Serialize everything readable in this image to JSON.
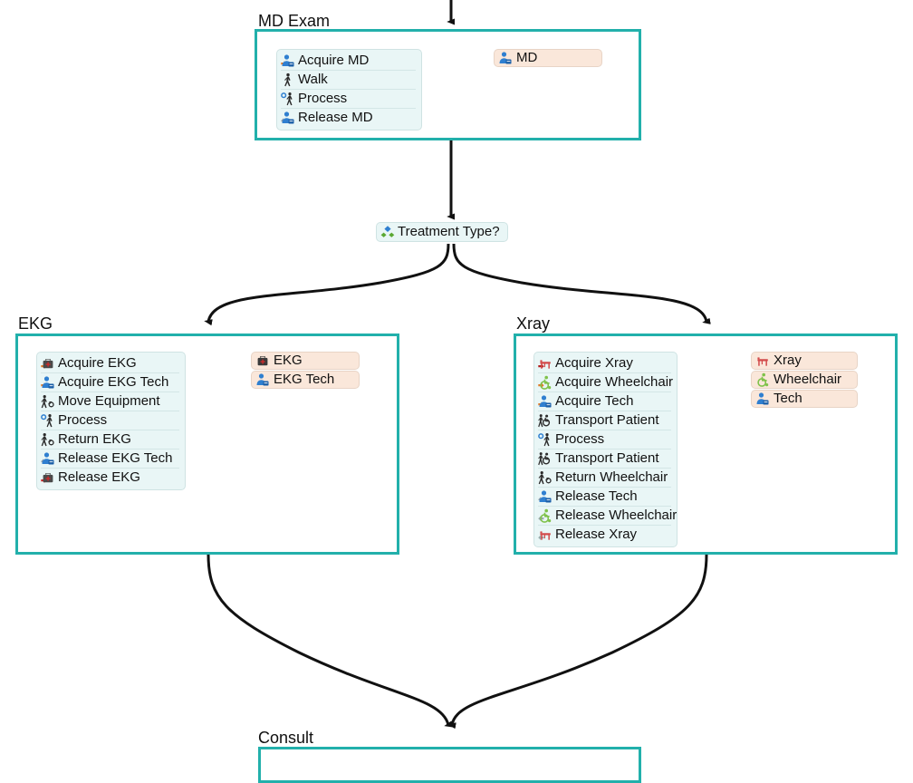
{
  "diagram": {
    "title_nodes": [
      "MD Exam",
      "EKG",
      "Xray",
      "Consult"
    ],
    "border_color": "#22b0ab",
    "activity_bg": "#e9f6f6",
    "resource_bg": "#fae7da"
  },
  "groups": {
    "md_exam": {
      "label": "MD Exam",
      "activities": [
        {
          "label": "Acquire MD",
          "icon": "acquire-resource-icon"
        },
        {
          "label": "Walk",
          "icon": "walk-icon"
        },
        {
          "label": "Process",
          "icon": "process-icon"
        },
        {
          "label": "Release MD",
          "icon": "release-resource-icon"
        }
      ],
      "resources": [
        {
          "label": "MD",
          "icon": "person-resource-icon"
        }
      ]
    },
    "ekg": {
      "label": "EKG",
      "activities": [
        {
          "label": "Acquire EKG",
          "icon": "acquire-equipment-icon"
        },
        {
          "label": "Acquire EKG Tech",
          "icon": "acquire-resource-icon"
        },
        {
          "label": "Move Equipment",
          "icon": "move-equipment-icon"
        },
        {
          "label": "Process",
          "icon": "process-icon"
        },
        {
          "label": "Return EKG",
          "icon": "move-equipment-icon"
        },
        {
          "label": "Release EKG Tech",
          "icon": "release-resource-icon"
        },
        {
          "label": "Release EKG",
          "icon": "release-equipment-icon"
        }
      ],
      "resources": [
        {
          "label": "EKG",
          "icon": "medical-bag-icon"
        },
        {
          "label": "EKG Tech",
          "icon": "person-resource-icon"
        }
      ]
    },
    "xray": {
      "label": "Xray",
      "activities": [
        {
          "label": "Acquire Xray",
          "icon": "acquire-xray-icon"
        },
        {
          "label": "Acquire Wheelchair",
          "icon": "acquire-wheelchair-icon"
        },
        {
          "label": "Acquire Tech",
          "icon": "acquire-resource-icon"
        },
        {
          "label": "Transport Patient",
          "icon": "transport-patient-icon"
        },
        {
          "label": "Process",
          "icon": "process-icon"
        },
        {
          "label": "Transport Patient",
          "icon": "transport-patient-icon"
        },
        {
          "label": "Return Wheelchair",
          "icon": "move-equipment-icon"
        },
        {
          "label": "Release Tech",
          "icon": "release-resource-icon"
        },
        {
          "label": "Release Wheelchair",
          "icon": "release-wheelchair-icon"
        },
        {
          "label": "Release Xray",
          "icon": "release-xray-icon"
        }
      ],
      "resources": [
        {
          "label": "Xray",
          "icon": "xray-table-icon"
        },
        {
          "label": "Wheelchair",
          "icon": "wheelchair-icon"
        },
        {
          "label": "Tech",
          "icon": "person-resource-icon"
        }
      ]
    },
    "consult": {
      "label": "Consult",
      "activities": [],
      "resources": []
    }
  },
  "decision": {
    "label": "Treatment Type?",
    "icon": "decision-split-icon"
  }
}
